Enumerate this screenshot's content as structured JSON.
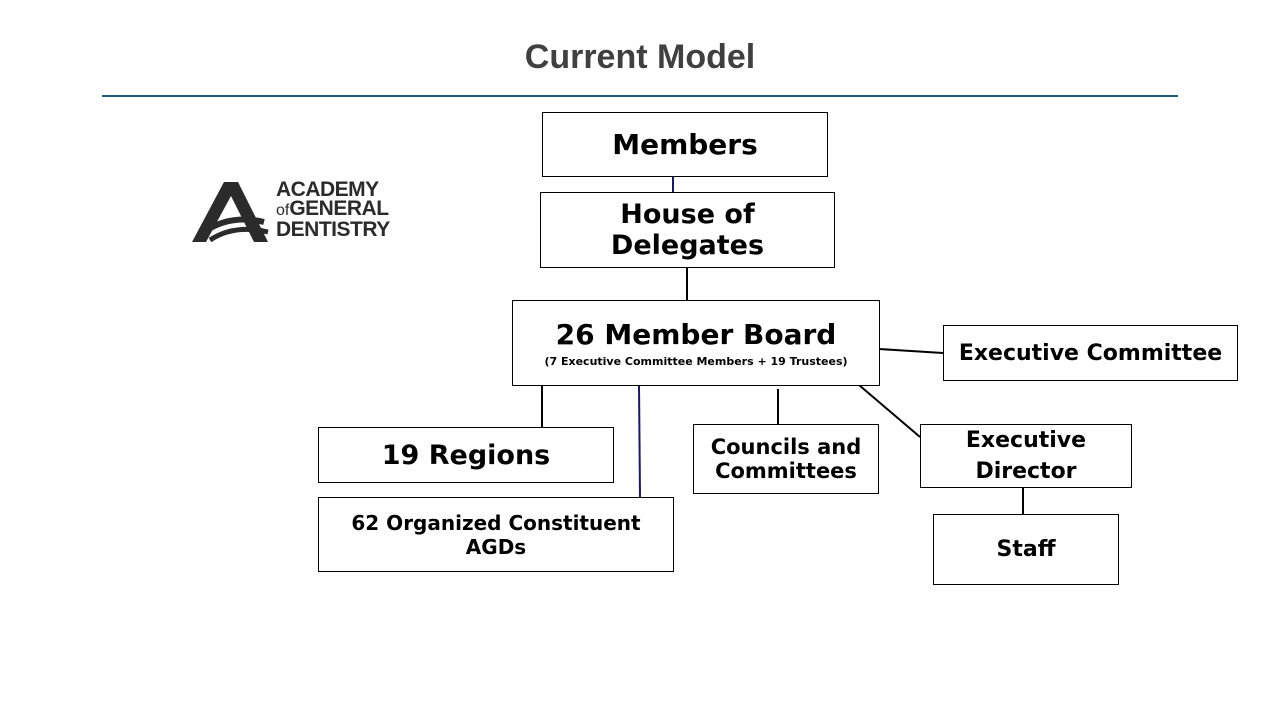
{
  "slide": {
    "title": "Current Model"
  },
  "logo": {
    "line1": "ACADEMY",
    "line2_prefix": "of",
    "line2": "GENERAL",
    "line3": "DENTISTRY"
  },
  "org": {
    "members": "Members",
    "house": "House of Delegates",
    "board": "26 Member Board",
    "board_sub": "(7 Executive Committee Members + 19 Trustees)",
    "exec_committee": "Executive Committee",
    "regions": "19 Regions",
    "constituents": "62 Organized Constituent AGDs",
    "councils_line1": "Councils and",
    "councils_line2": "Committees",
    "exec_director_line1": "Executive",
    "exec_director_line2": "Director",
    "staff": "Staff"
  },
  "colors": {
    "title": "#404040",
    "rule": "#1f5c7a",
    "connector_dark": "#000000",
    "connector_navy": "#1a1a5e"
  }
}
